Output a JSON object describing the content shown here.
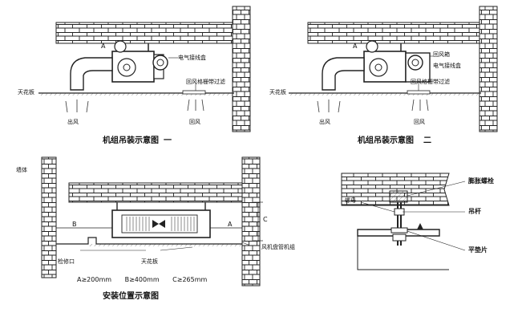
{
  "diagram1": {
    "caption": "机组吊装示意图",
    "caption_number": "一",
    "label_A": "A",
    "label_elec_box": "电气接线盒",
    "label_return_grille": "回风格栅带过滤",
    "label_ceiling": "天花板",
    "label_supply": "出风",
    "label_return": "回风"
  },
  "diagram2": {
    "caption": "机组吊装示意图",
    "caption_number": "二",
    "label_A": "A",
    "label_return_box": "回风箱",
    "label_elec_box": "电气接线盒",
    "label_return_grille": "回风格栅带过滤",
    "label_ceiling": "天花板",
    "label_supply": "出风",
    "label_return": "回风"
  },
  "diagram3": {
    "caption": "安装位置示意图",
    "label_wall": "墙体",
    "label_B": "B",
    "label_A": "A",
    "label_C": "C",
    "label_access": "检修口",
    "label_ceiling": "天花板",
    "label_duct": "风机盘管机组",
    "dims": [
      "A≥200mm",
      "B≥400mm",
      "C≥265mm"
    ]
  },
  "diagram4": {
    "label_nut": "螺母",
    "label_expansion_bolt": "膨胀螺栓",
    "label_rod": "吊杆",
    "label_washer": "平垫片"
  }
}
